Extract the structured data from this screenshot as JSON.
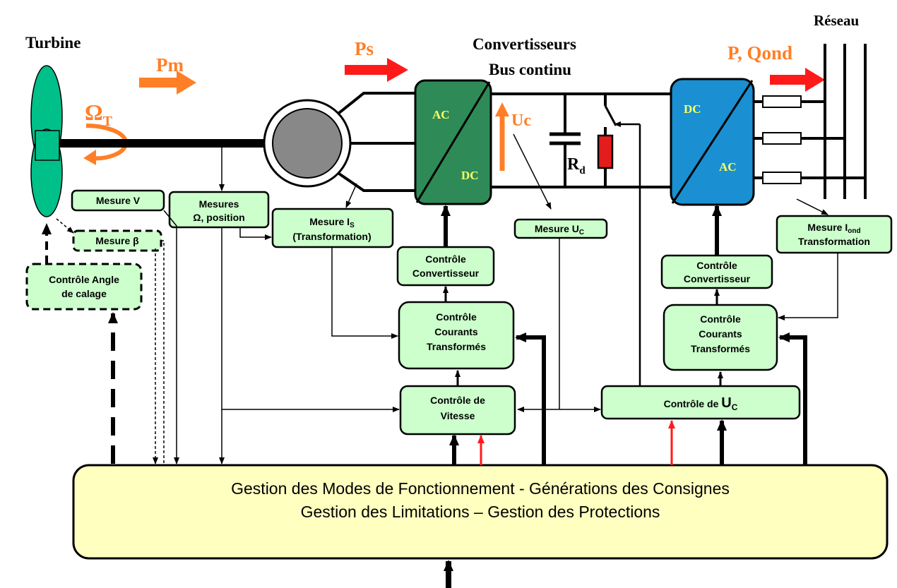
{
  "diagram": {
    "labels": {
      "turbine": "Turbine",
      "reseau": "Réseau",
      "pm": "Pm",
      "ps": "Ps",
      "omega_t": "Ω",
      "omega_t_sub": "T",
      "convertisseurs_line1": "Convertisseurs",
      "convertisseurs_line2": "Bus continu",
      "p_qond": "P, Qond",
      "uc": "Uc",
      "rd": "R",
      "rd_sub": "d"
    },
    "converters": {
      "left_top": "AC",
      "left_bottom": "DC",
      "right_top": "DC",
      "right_bottom": "AC"
    },
    "boxes": {
      "mesure_v": "Mesure  V",
      "mesure_beta": "Mesure  β",
      "controle_angle_1": "Contrôle Angle",
      "controle_angle_2": "de calage",
      "mesures_omega_1": "Mesures",
      "mesures_omega_2": "Ω, position",
      "mesure_is_1": "Mesure  I",
      "mesure_is_sub": "S",
      "mesure_is_2": "(Transformation)",
      "mesure_uc": "Mesure U",
      "mesure_uc_sub": "C",
      "mesure_iond_1": "Mesure I",
      "mesure_iond_sub": "ond",
      "mesure_iond_2": "Transformation",
      "ctrl_conv_left_1": "Contrôle",
      "ctrl_conv_left_2": "Convertisseur",
      "ctrl_conv_right_1": "Contrôle",
      "ctrl_conv_right_2": "Convertisseur",
      "ctrl_courants_left_1": "Contrôle",
      "ctrl_courants_left_2": "Courants",
      "ctrl_courants_left_3": "Transformés",
      "ctrl_courants_right_1": "Contrôle",
      "ctrl_courants_right_2": "Courants",
      "ctrl_courants_right_3": "Transformés",
      "ctrl_vitesse_1": "Contrôle de",
      "ctrl_vitesse_2": "Vitesse",
      "ctrl_uc": "Contrôle de ",
      "ctrl_uc_big": "U",
      "ctrl_uc_sub": "C"
    },
    "gestion": {
      "line1": "Gestion des Modes de Fonctionnement   -   Générations des Consignes",
      "line2": "Gestion des Limitations – Gestion des Protections"
    },
    "colors": {
      "box_fill": "#ccffcc",
      "gestion_fill": "#ffffc0",
      "turbine": "#00c08a",
      "left_converter": "#2e8b57",
      "right_converter": "#1a8fd1",
      "arrow_orange": "#ff7f27",
      "arrow_red": "#ff1a1a",
      "resistor_red": "#e51c1c",
      "converter_text": "#ffff66"
    }
  }
}
